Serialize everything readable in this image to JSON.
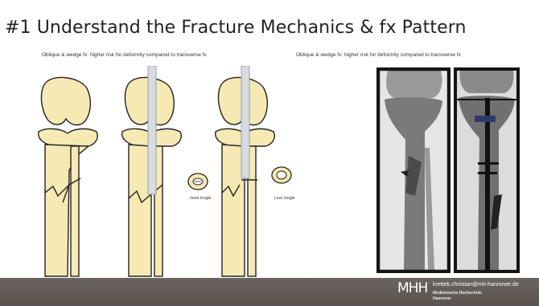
{
  "slide": {
    "title": "#1 Understand the Fracture Mechanics & fx Pattern",
    "caption_left": "Oblique & wedge fx: higher risk for deformity compared to transverse fx",
    "caption_right": "Oblique & wedge fx: higher risk for deformity compared to transverse fx",
    "note_more": "more toogle",
    "note_less": "Less toogle"
  },
  "footer": {
    "logo": "MHH",
    "email": "krettek.christian@mh-hannover.de",
    "institution": "Medizinische Hochschule",
    "city": "Hannover"
  },
  "colors": {
    "bone_fill": "#f7e9b4",
    "bone_stroke": "#222222",
    "nail": "#d8dbe0",
    "footer_bg": "#5f5853"
  },
  "icons": [
    "bone-illustration",
    "intramedullary-nail",
    "cross-section-ring",
    "xray-image"
  ]
}
